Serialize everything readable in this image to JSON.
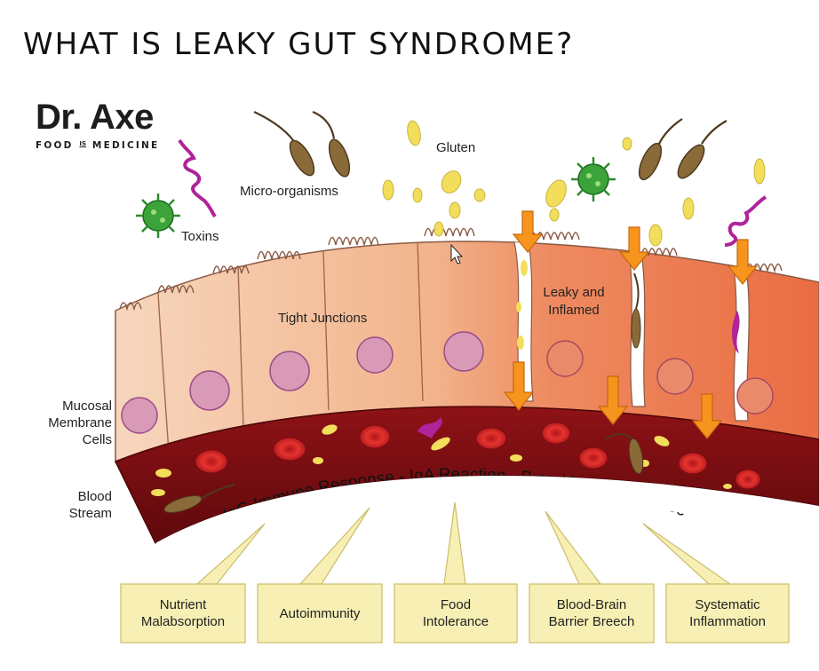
{
  "title": "WHAT IS LEAKY GUT SYNDROME?",
  "logo": {
    "name": "Dr. Axe",
    "tagline_left": "FOOD",
    "tagline_mid": "IS",
    "tagline_right": "MEDICINE"
  },
  "labels": {
    "toxins": "Toxins",
    "microorganisms": "Micro-organisms",
    "gluten": "Gluten",
    "tight_junctions": "Tight Junctions",
    "leaky_line1": "Leaky and",
    "leaky_line2": "Inflamed",
    "mucosal_line1": "Mucosal",
    "mucosal_line2": "Membrane",
    "mucosal_line3": "Cells",
    "blood_line1": "Blood",
    "blood_line2": "Stream"
  },
  "arc_text": "IgG Immune Response - IgA Reaction - B and T Cells Release",
  "outcomes": [
    {
      "line1": "Nutrient",
      "line2": "Malabsorption"
    },
    {
      "line1": "Autoimmunity",
      "line2": ""
    },
    {
      "line1": "Food",
      "line2": "Intolerance"
    },
    {
      "line1": "Blood-Brain",
      "line2": "Barrier Breech"
    },
    {
      "line1": "Systematic",
      "line2": "Inflammation"
    }
  ],
  "colors": {
    "healthy_cell": "#f6c9a7",
    "inflamed_cell": "#ee7f55",
    "nucleus": "#c77aa8",
    "blood_dark": "#7a0f12",
    "blood_mid": "#a3161b",
    "rbc": "#d7262b",
    "arrow": "#f7941d",
    "box_fill": "#f7efb4",
    "box_stroke": "#cbbd6a",
    "virus": "#3ba33a",
    "toxin_purple": "#b0239a",
    "gluten": "#f2de5b"
  }
}
